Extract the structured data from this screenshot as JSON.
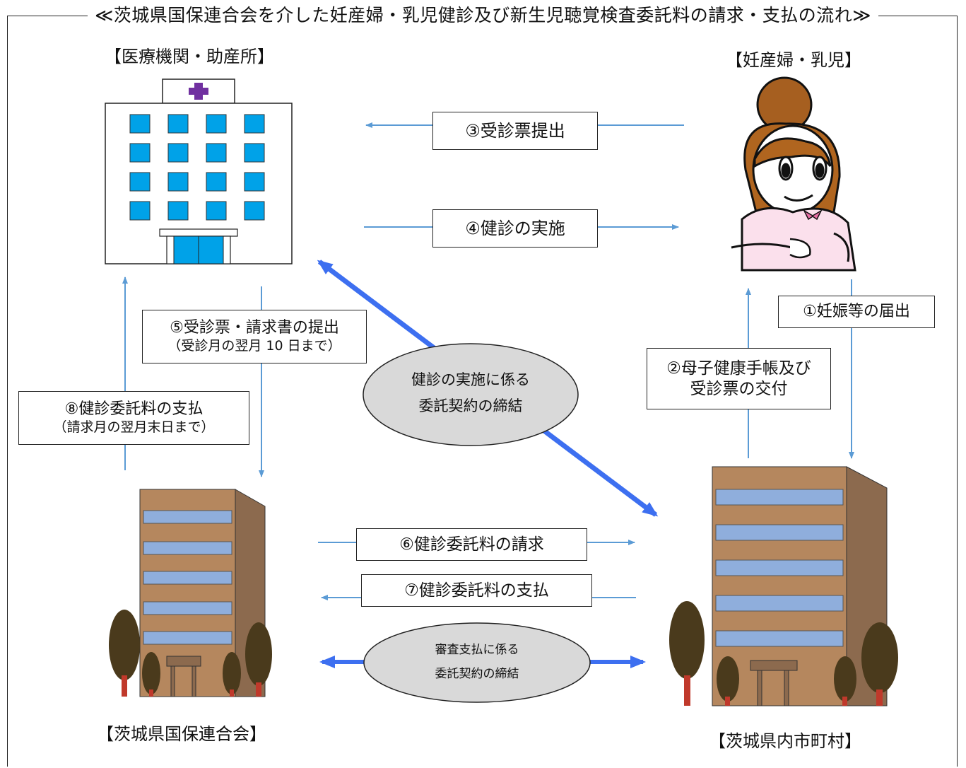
{
  "title": "≪茨城県国保連合会を介した妊産婦・乳児健診及び新生児聴覚検査委託料の請求・支払の流れ≫",
  "nodes": {
    "hospital_label": "【医療機関・助産所】",
    "mother_label": "【妊産婦・乳児】",
    "kokuho_label": "【茨城県国保連合会】",
    "city_label": "【茨城県内市町村】"
  },
  "steps": {
    "step1": "①妊娠等の届出",
    "step2_line1": "②母子健康手帳及び",
    "step2_line2": "受診票の交付",
    "step3": "③受診票提出",
    "step4": "④健診の実施",
    "step5_line1": "⑤受診票・請求書の提出",
    "step5_line2": "（受診月の翌月 10 日まで）",
    "step6": "⑥健診委託料の請求",
    "step7": "⑦健診委託料の支払",
    "step8_line1": "⑧健診委託料の支払",
    "step8_line2": "（請求月の翌月末日まで）"
  },
  "contracts": {
    "health_line1": "健診の実施に係る",
    "health_line2": "委託契約の締結",
    "audit_line1": "審査支払に係る",
    "audit_line2": "委託契約の締結"
  },
  "colors": {
    "thin_arrow": "#5b9bd5",
    "thick_arrow": "#3d6ff0",
    "ellipse_fill": "#d9d9d9",
    "window_blue": "#00a2e8",
    "cross": "#7030a0",
    "building_wall": "#b5875e",
    "building_side": "#8c6a4e",
    "tree": "#4a3a1c"
  }
}
